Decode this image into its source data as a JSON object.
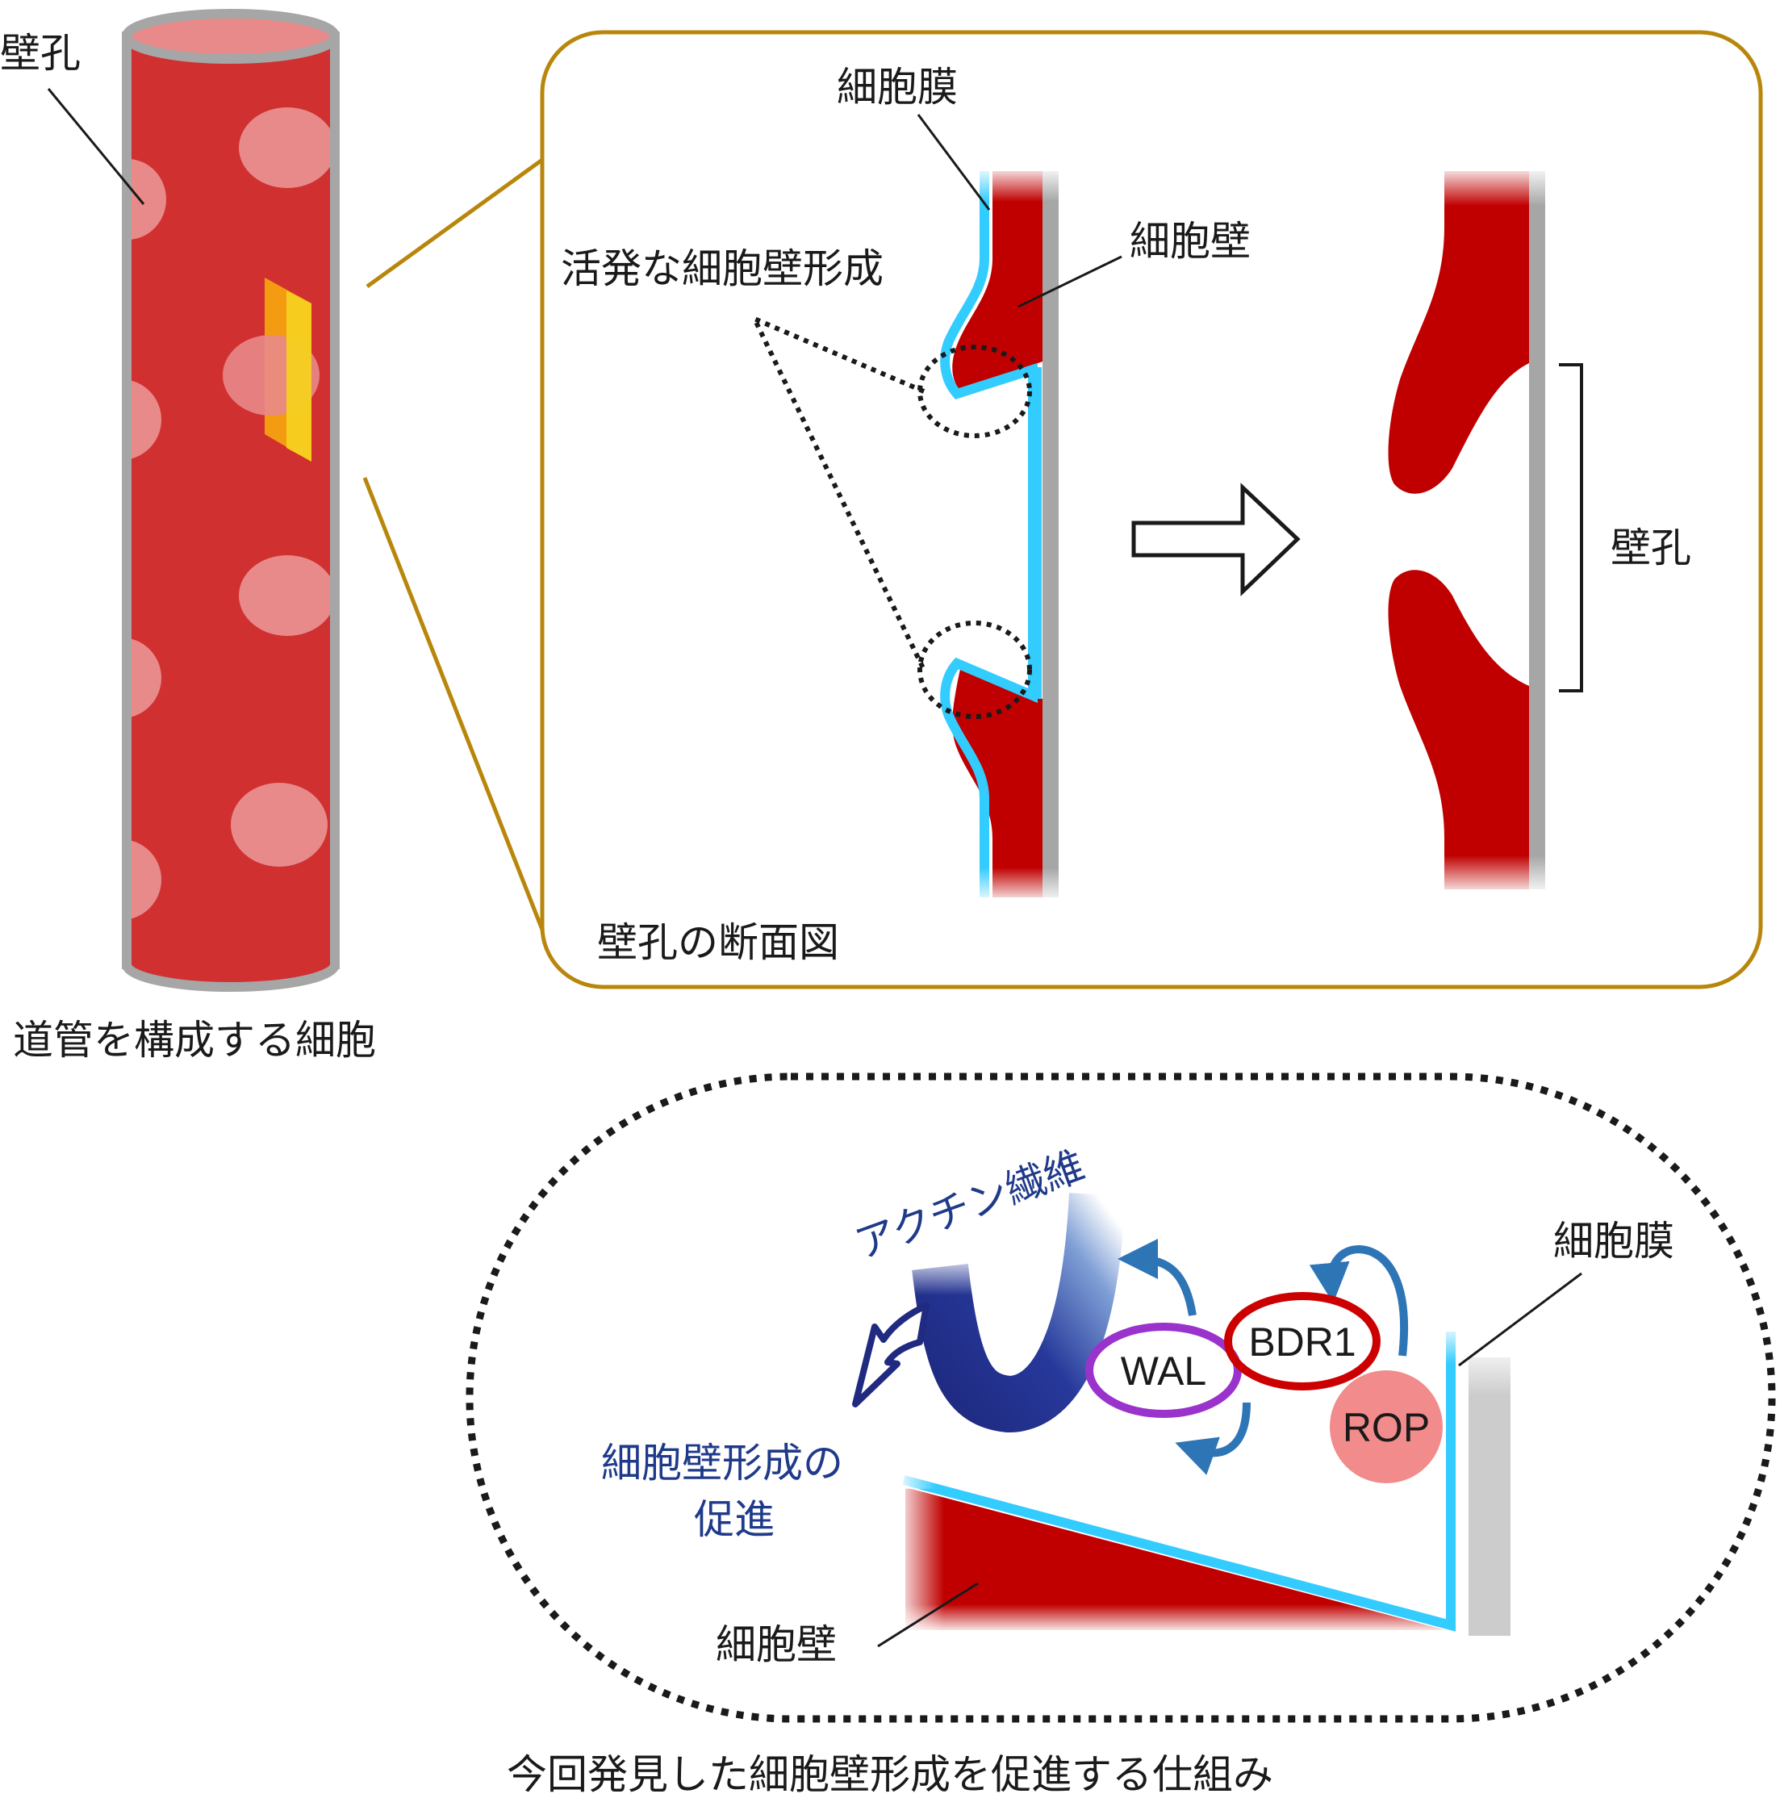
{
  "colors": {
    "wall_red": "#c00000",
    "vessel_red": "#d03030",
    "pit_pink": "#e88a8a",
    "membrane_blue": "#33ccff",
    "gray": "#a6a6a6",
    "frame_gold": "#b8860b",
    "actin_navy": "#1f2a80",
    "wal_purple": "#9933cc",
    "bdr1_red": "#cc0000",
    "rop_pink": "#f28b8b",
    "arrow_blue": "#2e75b6"
  },
  "vessel": {
    "pit_label": "壁孔",
    "caption": "道管を構成する細胞"
  },
  "cross_section": {
    "membrane_label": "細胞膜",
    "wall_label": "細胞壁",
    "active_label": "活発な細胞壁形成",
    "pit_label": "壁孔",
    "caption": "壁孔の断面図"
  },
  "mechanism": {
    "actin_label": "アクチン繊維",
    "promote_line1": "細胞壁形成の",
    "promote_line2": "促進",
    "membrane_label": "細胞膜",
    "wall_label": "細胞壁",
    "wal": "WAL",
    "bdr1": "BDR1",
    "rop": "ROP",
    "caption": "今回発見した細胞壁形成を促進する仕組み"
  }
}
